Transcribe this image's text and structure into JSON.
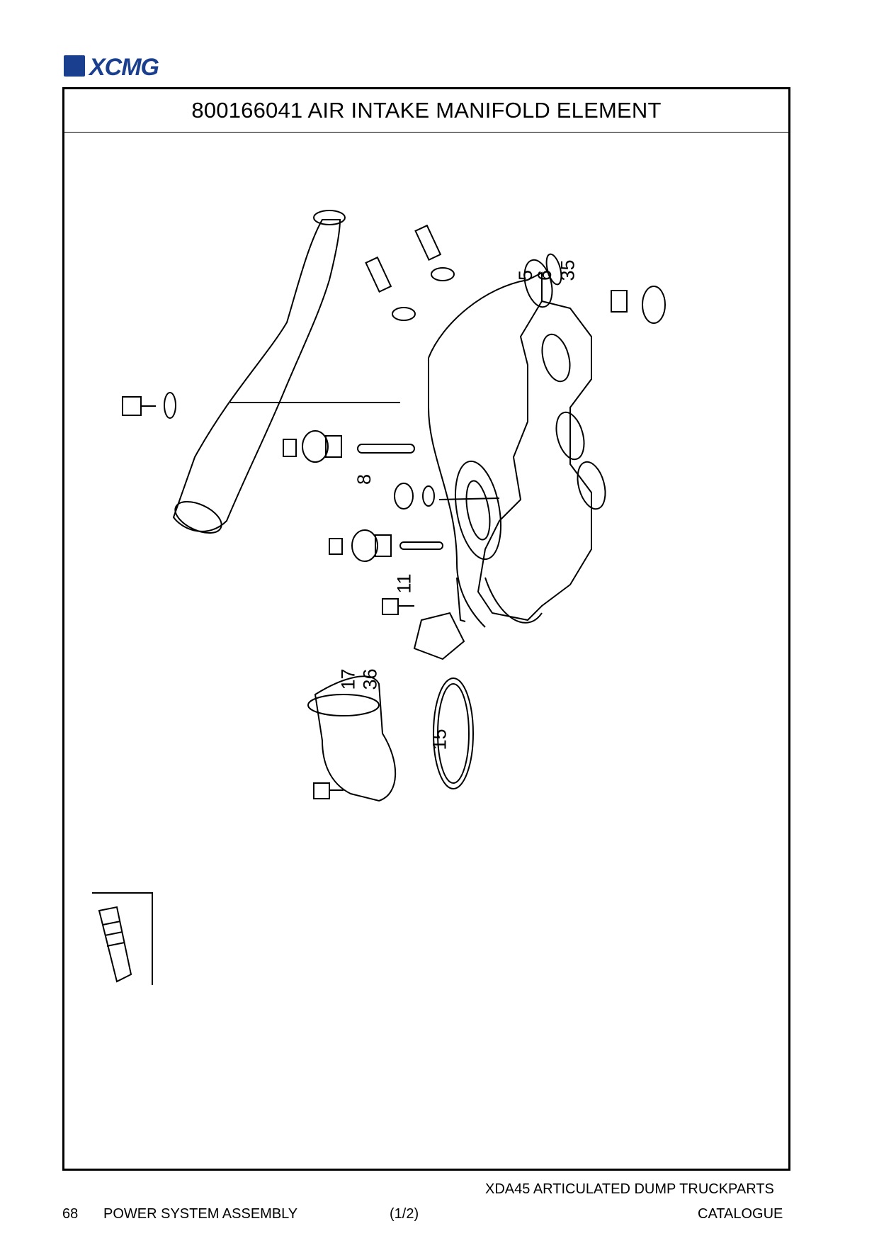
{
  "brand": {
    "name": "XCMG"
  },
  "title": "800166041 AIR INTAKE MANIFOLD ELEMENT",
  "callouts": {
    "c5": "5",
    "c6": "6",
    "c35": "35",
    "c8": "8",
    "c11": "11",
    "c17": "17",
    "c36": "36",
    "c15": "15"
  },
  "footer": {
    "page_number": "68",
    "section": "POWER SYSTEM ASSEMBLY",
    "page_part": "(1/2)",
    "catalog_line1": "XDA45 ARTICULATED DUMP TRUCKPARTS",
    "catalog_line2": "CATALOGUE"
  },
  "colors": {
    "brand": "#1b3f8f",
    "line": "#000000"
  }
}
